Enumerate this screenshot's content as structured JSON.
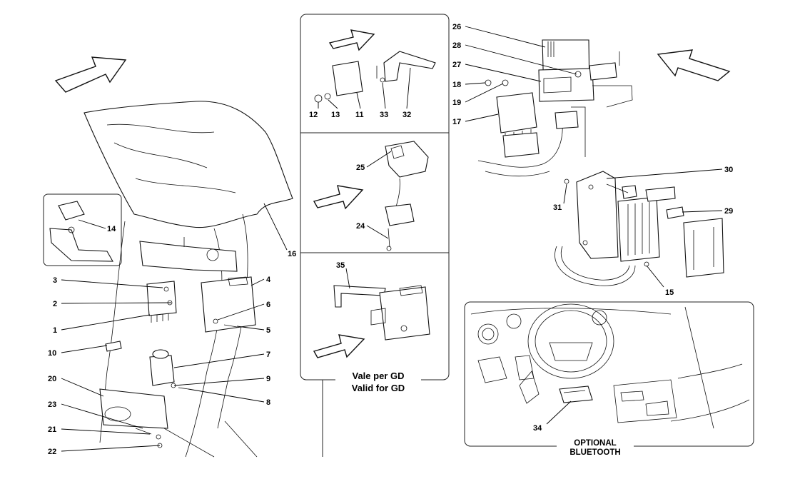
{
  "callouts": {
    "n1": "1",
    "n2": "2",
    "n3": "3",
    "n4": "4",
    "n5": "5",
    "n6": "6",
    "n7": "7",
    "n8": "8",
    "n9": "9",
    "n10": "10",
    "n11": "11",
    "n12": "12",
    "n13": "13",
    "n14": "14",
    "n15": "15",
    "n16": "16",
    "n17": "17",
    "n18": "18",
    "n19": "19",
    "n20": "20",
    "n21": "21",
    "n22": "22",
    "n23": "23",
    "n24": "24",
    "n25": "25",
    "n26": "26",
    "n27": "27",
    "n28": "28",
    "n29": "29",
    "n30": "30",
    "n31": "31",
    "n32": "32",
    "n33": "33",
    "n34": "34",
    "n35": "35"
  },
  "captions": {
    "gd_line1": "Vale per GD",
    "gd_line2": "Valid for GD",
    "bt_line1": "OPTIONAL",
    "bt_line2": "BLUETOOTH"
  }
}
